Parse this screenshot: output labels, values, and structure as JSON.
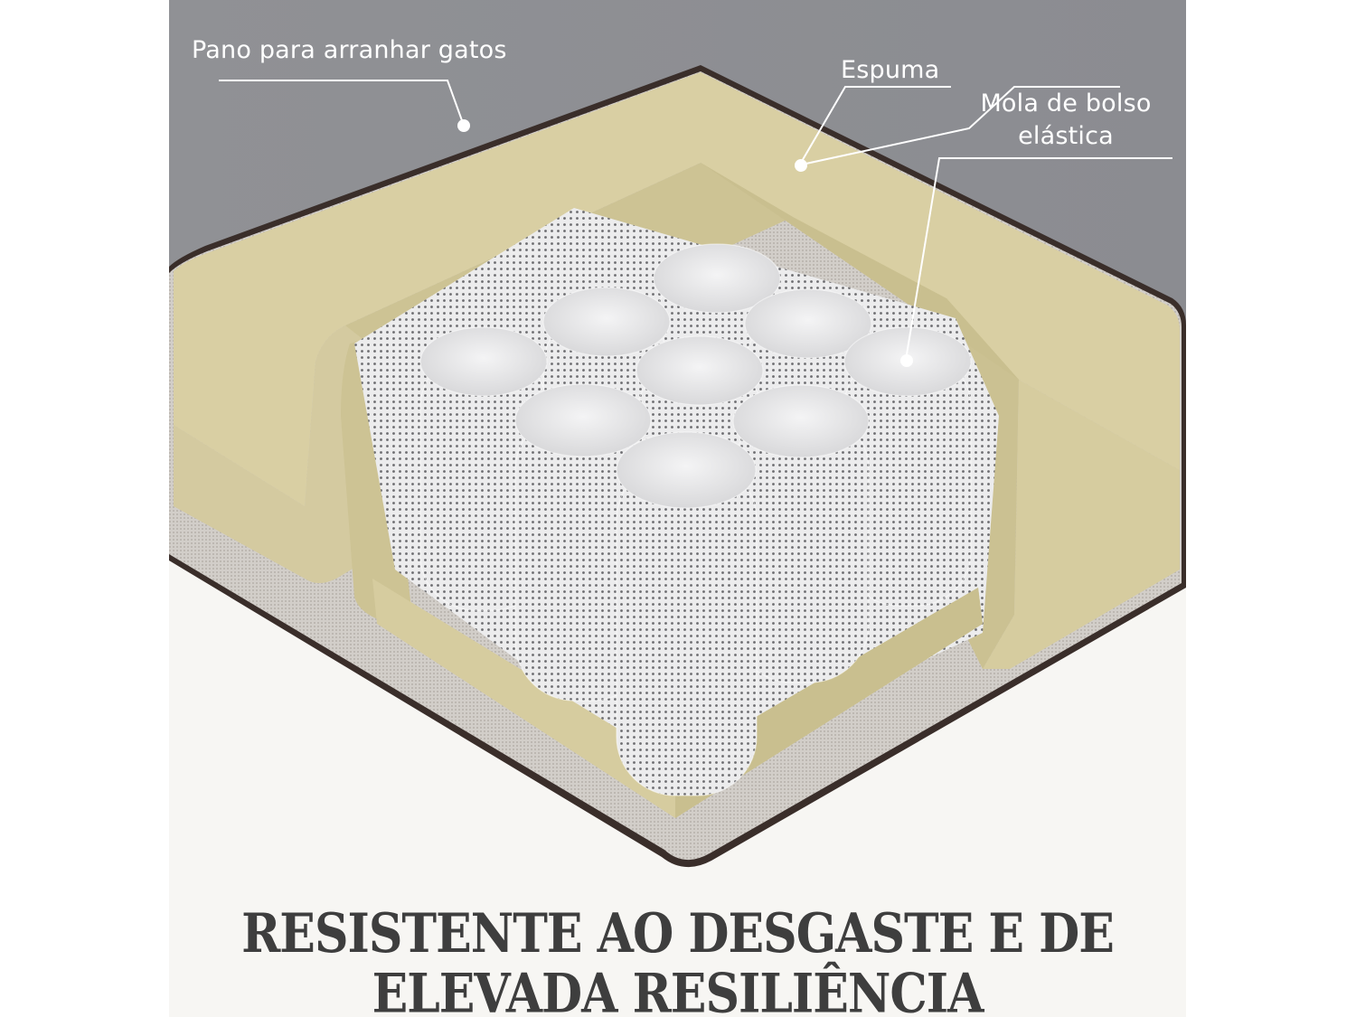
{
  "labels": {
    "cover": "Pano para arranhar gatos",
    "foam": "Espuma",
    "spring_line1": "Mola de bolso",
    "spring_line2": "elástica"
  },
  "headline": {
    "line1": "RESISTENTE AO DESGASTE E DE",
    "line2": "ELEVADA RESILIÊNCIA"
  },
  "colors": {
    "background_gray": "#8e8f93",
    "foam": "#d9cfa3",
    "foam_inner": "#cdc394",
    "springs": "#e9e9ea",
    "base_fabric": "#cfcbc6",
    "outline": "#3a2e2a",
    "bottom_bg": "#f7f6f3",
    "headline_text": "#3e3e3e",
    "label_text": "#ffffff"
  }
}
